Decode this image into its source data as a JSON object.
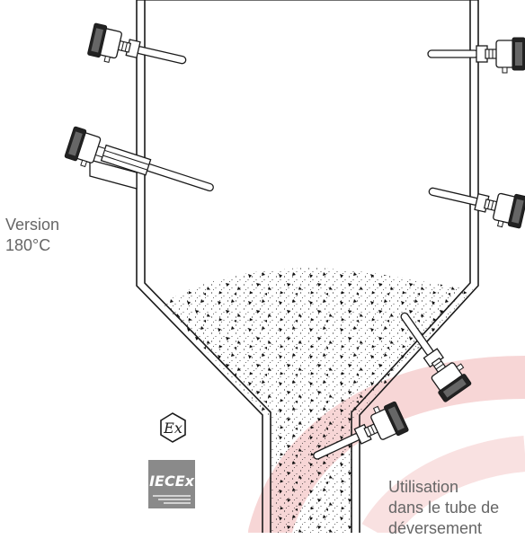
{
  "labels": {
    "version_line1": "Version",
    "version_line2": "180°C",
    "tube_line1": "Utilisation",
    "tube_line2": "dans le tube de",
    "tube_line3": "déversement"
  },
  "logos": {
    "ex_mark": "Ex",
    "iecex_mark": "IECEx"
  },
  "icons": {
    "sensor": "vibrating-rod-level-switch-icon",
    "ex": "ex-explosion-protection-icon",
    "iecex": "iecex-certification-logo"
  },
  "colors": {
    "line": "#1a1a1a",
    "label_text": "#666666",
    "watermark": "#f4c8c8",
    "logo_gray": "#8a8a8a"
  }
}
